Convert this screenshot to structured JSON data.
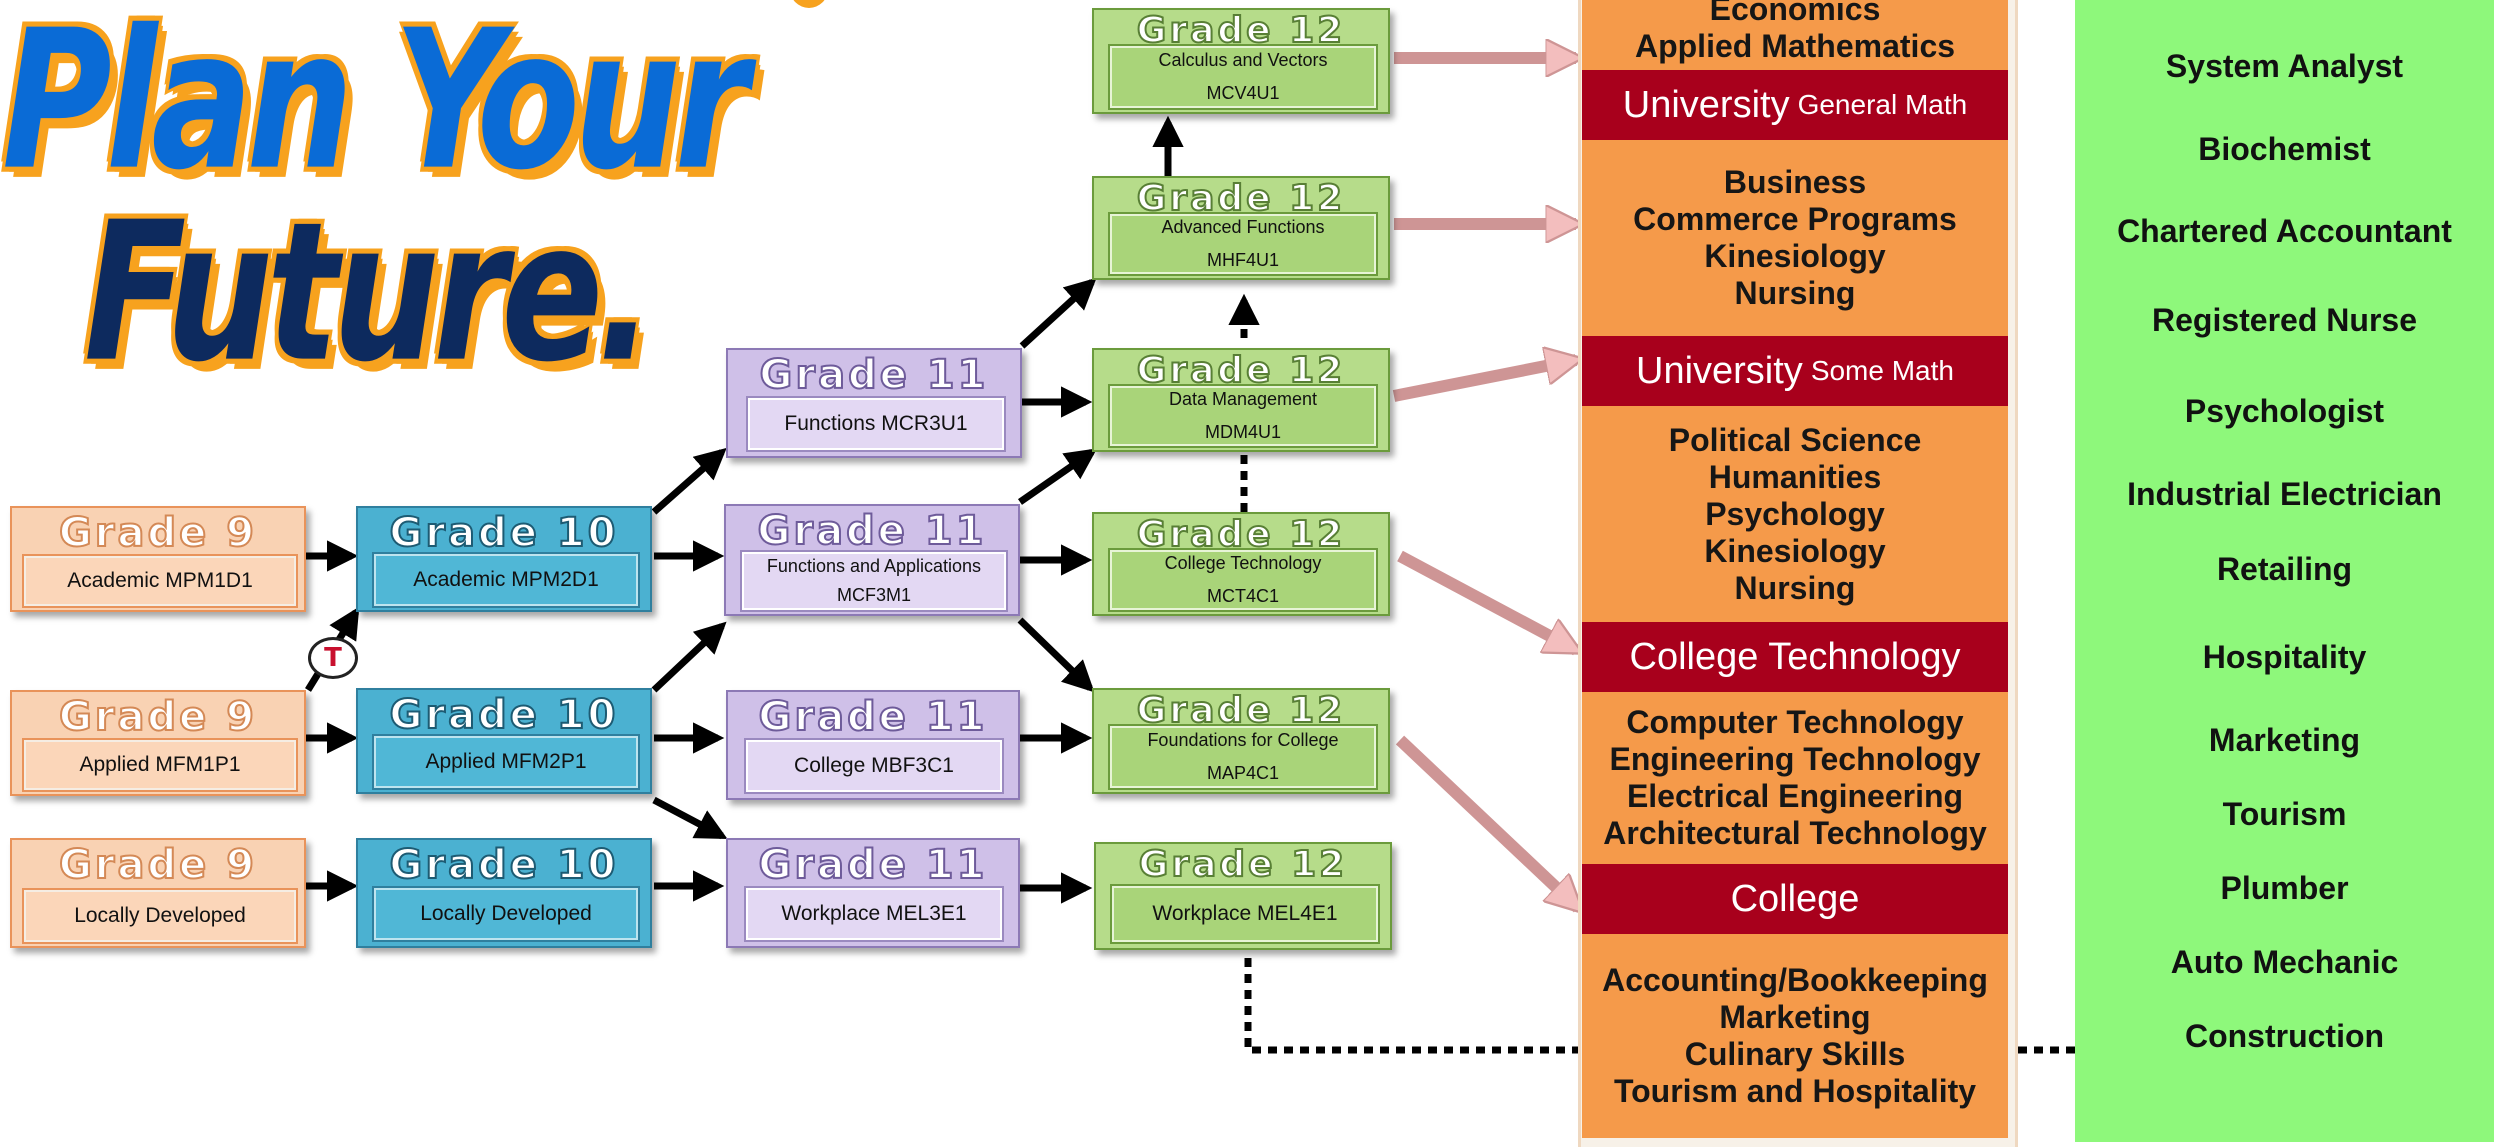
{
  "title": {
    "line1": "Plan Your",
    "line2": "Future."
  },
  "grade_labels": {
    "g9": "Grade 9",
    "g10": "Grade 10",
    "g11": "Grade 11",
    "g12": "Grade 12"
  },
  "courses": {
    "g9_academic": "Academic MPM1D1",
    "g9_applied": "Applied MFM1P1",
    "g9_local": "Locally Developed",
    "g10_academic": "Academic MPM2D1",
    "g10_applied": "Applied MFM2P1",
    "g10_local": "Locally Developed",
    "g11_functions": "Functions MCR3U1",
    "g11_fa_name": "Functions and Applications",
    "g11_fa_code": "MCF3M1",
    "g11_college": "College MBF3C1",
    "g11_workplace": "Workplace MEL3E1",
    "g12_calc_name": "Calculus and Vectors",
    "g12_calc_code": "MCV4U1",
    "g12_adv_name": "Advanced Functions",
    "g12_adv_code": "MHF4U1",
    "g12_data_name": "Data Management",
    "g12_data_code": "MDM4U1",
    "g12_ctech_name": "College Technology",
    "g12_ctech_code": "MCT4C1",
    "g12_found_name": "Foundations for College",
    "g12_found_code": "MAP4C1",
    "g12_workplace": "Workplace MEL4E1"
  },
  "transfer_badge": "T",
  "destinations": {
    "top_programs": [
      "Economics",
      "Applied Mathematics"
    ],
    "uni_general": {
      "main": "University",
      "sub": "General Math"
    },
    "general_programs": [
      "Business",
      "Commerce Programs",
      "Kinesiology",
      "Nursing"
    ],
    "uni_some": {
      "main": "University",
      "sub": "Some Math"
    },
    "some_programs": [
      "Political Science",
      "Humanities",
      "Psychology",
      "Kinesiology",
      "Nursing"
    ],
    "college_tech": "College Technology",
    "tech_programs": [
      "Computer Technology",
      "Engineering Technology",
      "Electrical Engineering",
      "Architectural Technology"
    ],
    "college": "College",
    "college_programs": [
      "Accounting/Bookkeeping",
      "Marketing",
      "Culinary Skills",
      "Tourism and Hospitality"
    ]
  },
  "careers": [
    "System Analyst",
    "Biochemist",
    "Chartered Accountant",
    "Registered Nurse",
    "Psychologist",
    "Industrial Electrician",
    "Retailing",
    "Hospitality",
    "Marketing",
    "Tourism",
    "Plumber",
    "Auto Mechanic",
    "Construction"
  ],
  "colors": {
    "grade9": "#f9d2b3",
    "grade10": "#4bb1d1",
    "grade11": "#cfc0e8",
    "grade12": "#b6dc8a",
    "destination": "#f59a4a",
    "header": "#a8001c",
    "careers": "#8ef87b",
    "title_blue": "#0a6bd6",
    "title_orange": "#f7a21e"
  }
}
